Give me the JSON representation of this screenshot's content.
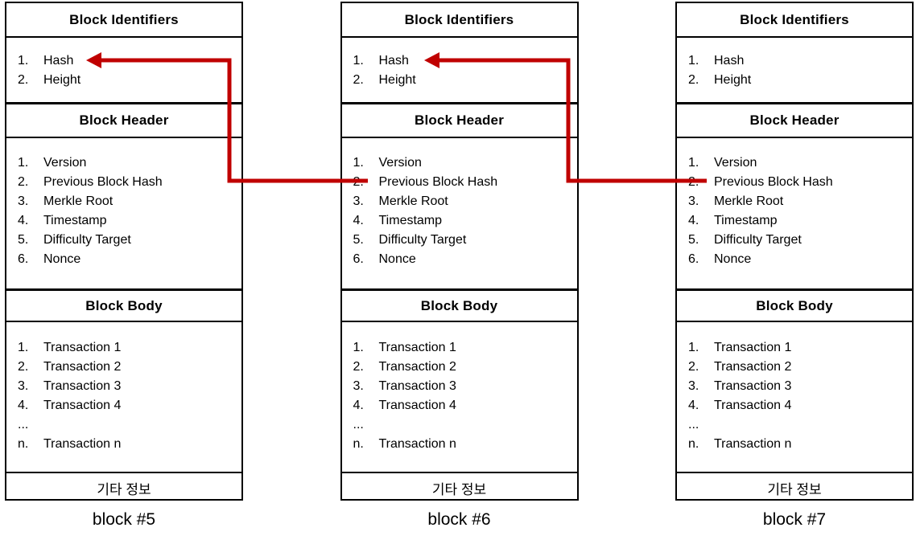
{
  "diagram": {
    "accent_color": "#c00000",
    "border_color": "#000000",
    "sections": {
      "identifiers_title": "Block Identifiers",
      "header_title": "Block Header",
      "body_title": "Block Body",
      "footer_label": "기타 정보"
    },
    "identifiers_items": [
      {
        "num": "1.",
        "label": "Hash"
      },
      {
        "num": "2.",
        "label": "Height"
      }
    ],
    "header_items": [
      {
        "num": "1.",
        "label": "Version"
      },
      {
        "num": "2.",
        "label": "Previous Block Hash"
      },
      {
        "num": "3.",
        "label": "Merkle Root"
      },
      {
        "num": "4.",
        "label": "Timestamp"
      },
      {
        "num": "5.",
        "label": "Difficulty Target"
      },
      {
        "num": "6.",
        "label": "Nonce"
      }
    ],
    "body_items": [
      {
        "num": "1.",
        "label": "Transaction 1"
      },
      {
        "num": "2.",
        "label": "Transaction 2"
      },
      {
        "num": "3.",
        "label": "Transaction 3"
      },
      {
        "num": "4.",
        "label": "Transaction 4"
      },
      {
        "num": "...",
        "label": ""
      },
      {
        "num": "n.",
        "label": "Transaction n"
      }
    ],
    "blocks": [
      {
        "caption": "block #5"
      },
      {
        "caption": "block #6"
      },
      {
        "caption": "block #7"
      }
    ],
    "arrows": [
      {
        "from": "block #6 Previous Block Hash",
        "to": "block #5 Hash"
      },
      {
        "from": "block #7 Previous Block Hash",
        "to": "block #6 Hash"
      }
    ]
  }
}
